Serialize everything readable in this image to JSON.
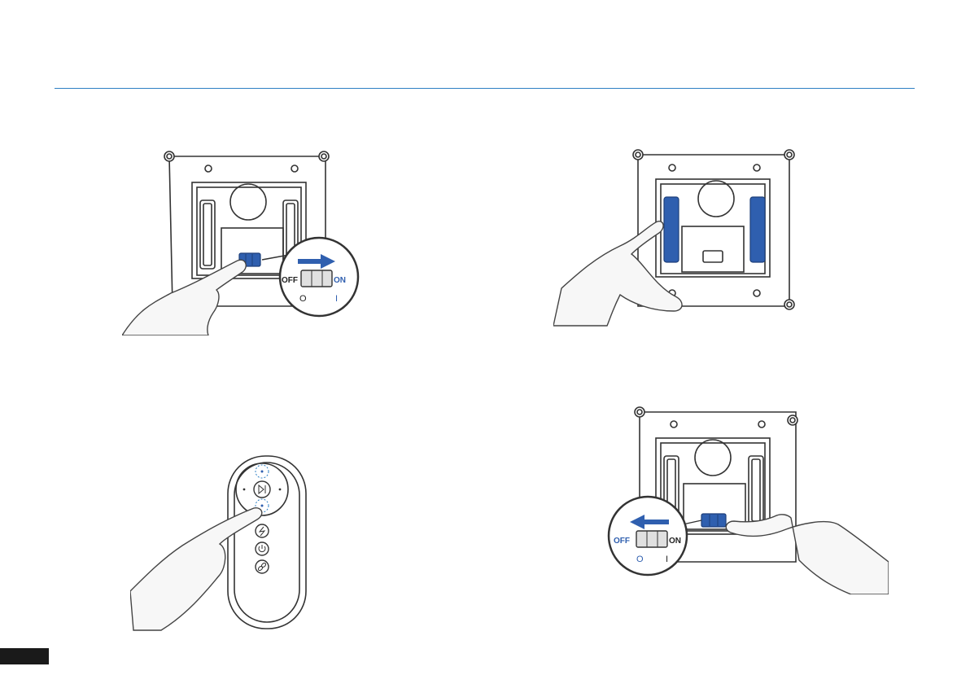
{
  "switch_on_callout": {
    "off_label": "OFF",
    "on_label": "ON",
    "off_symbol": "O",
    "on_symbol": "I"
  },
  "switch_off_callout": {
    "off_label": "OFF",
    "on_label": "ON",
    "off_symbol": "O",
    "on_symbol": "I"
  },
  "colors": {
    "accent": "#2f5faf",
    "rule": "#2f80c4",
    "outline": "#333333",
    "hand": "#f7f7f7"
  },
  "icons": [
    "power-switch-icon",
    "arrow-right-icon",
    "arrow-left-icon",
    "play-pause-icon",
    "lightning-icon",
    "power-icon",
    "link-icon"
  ]
}
